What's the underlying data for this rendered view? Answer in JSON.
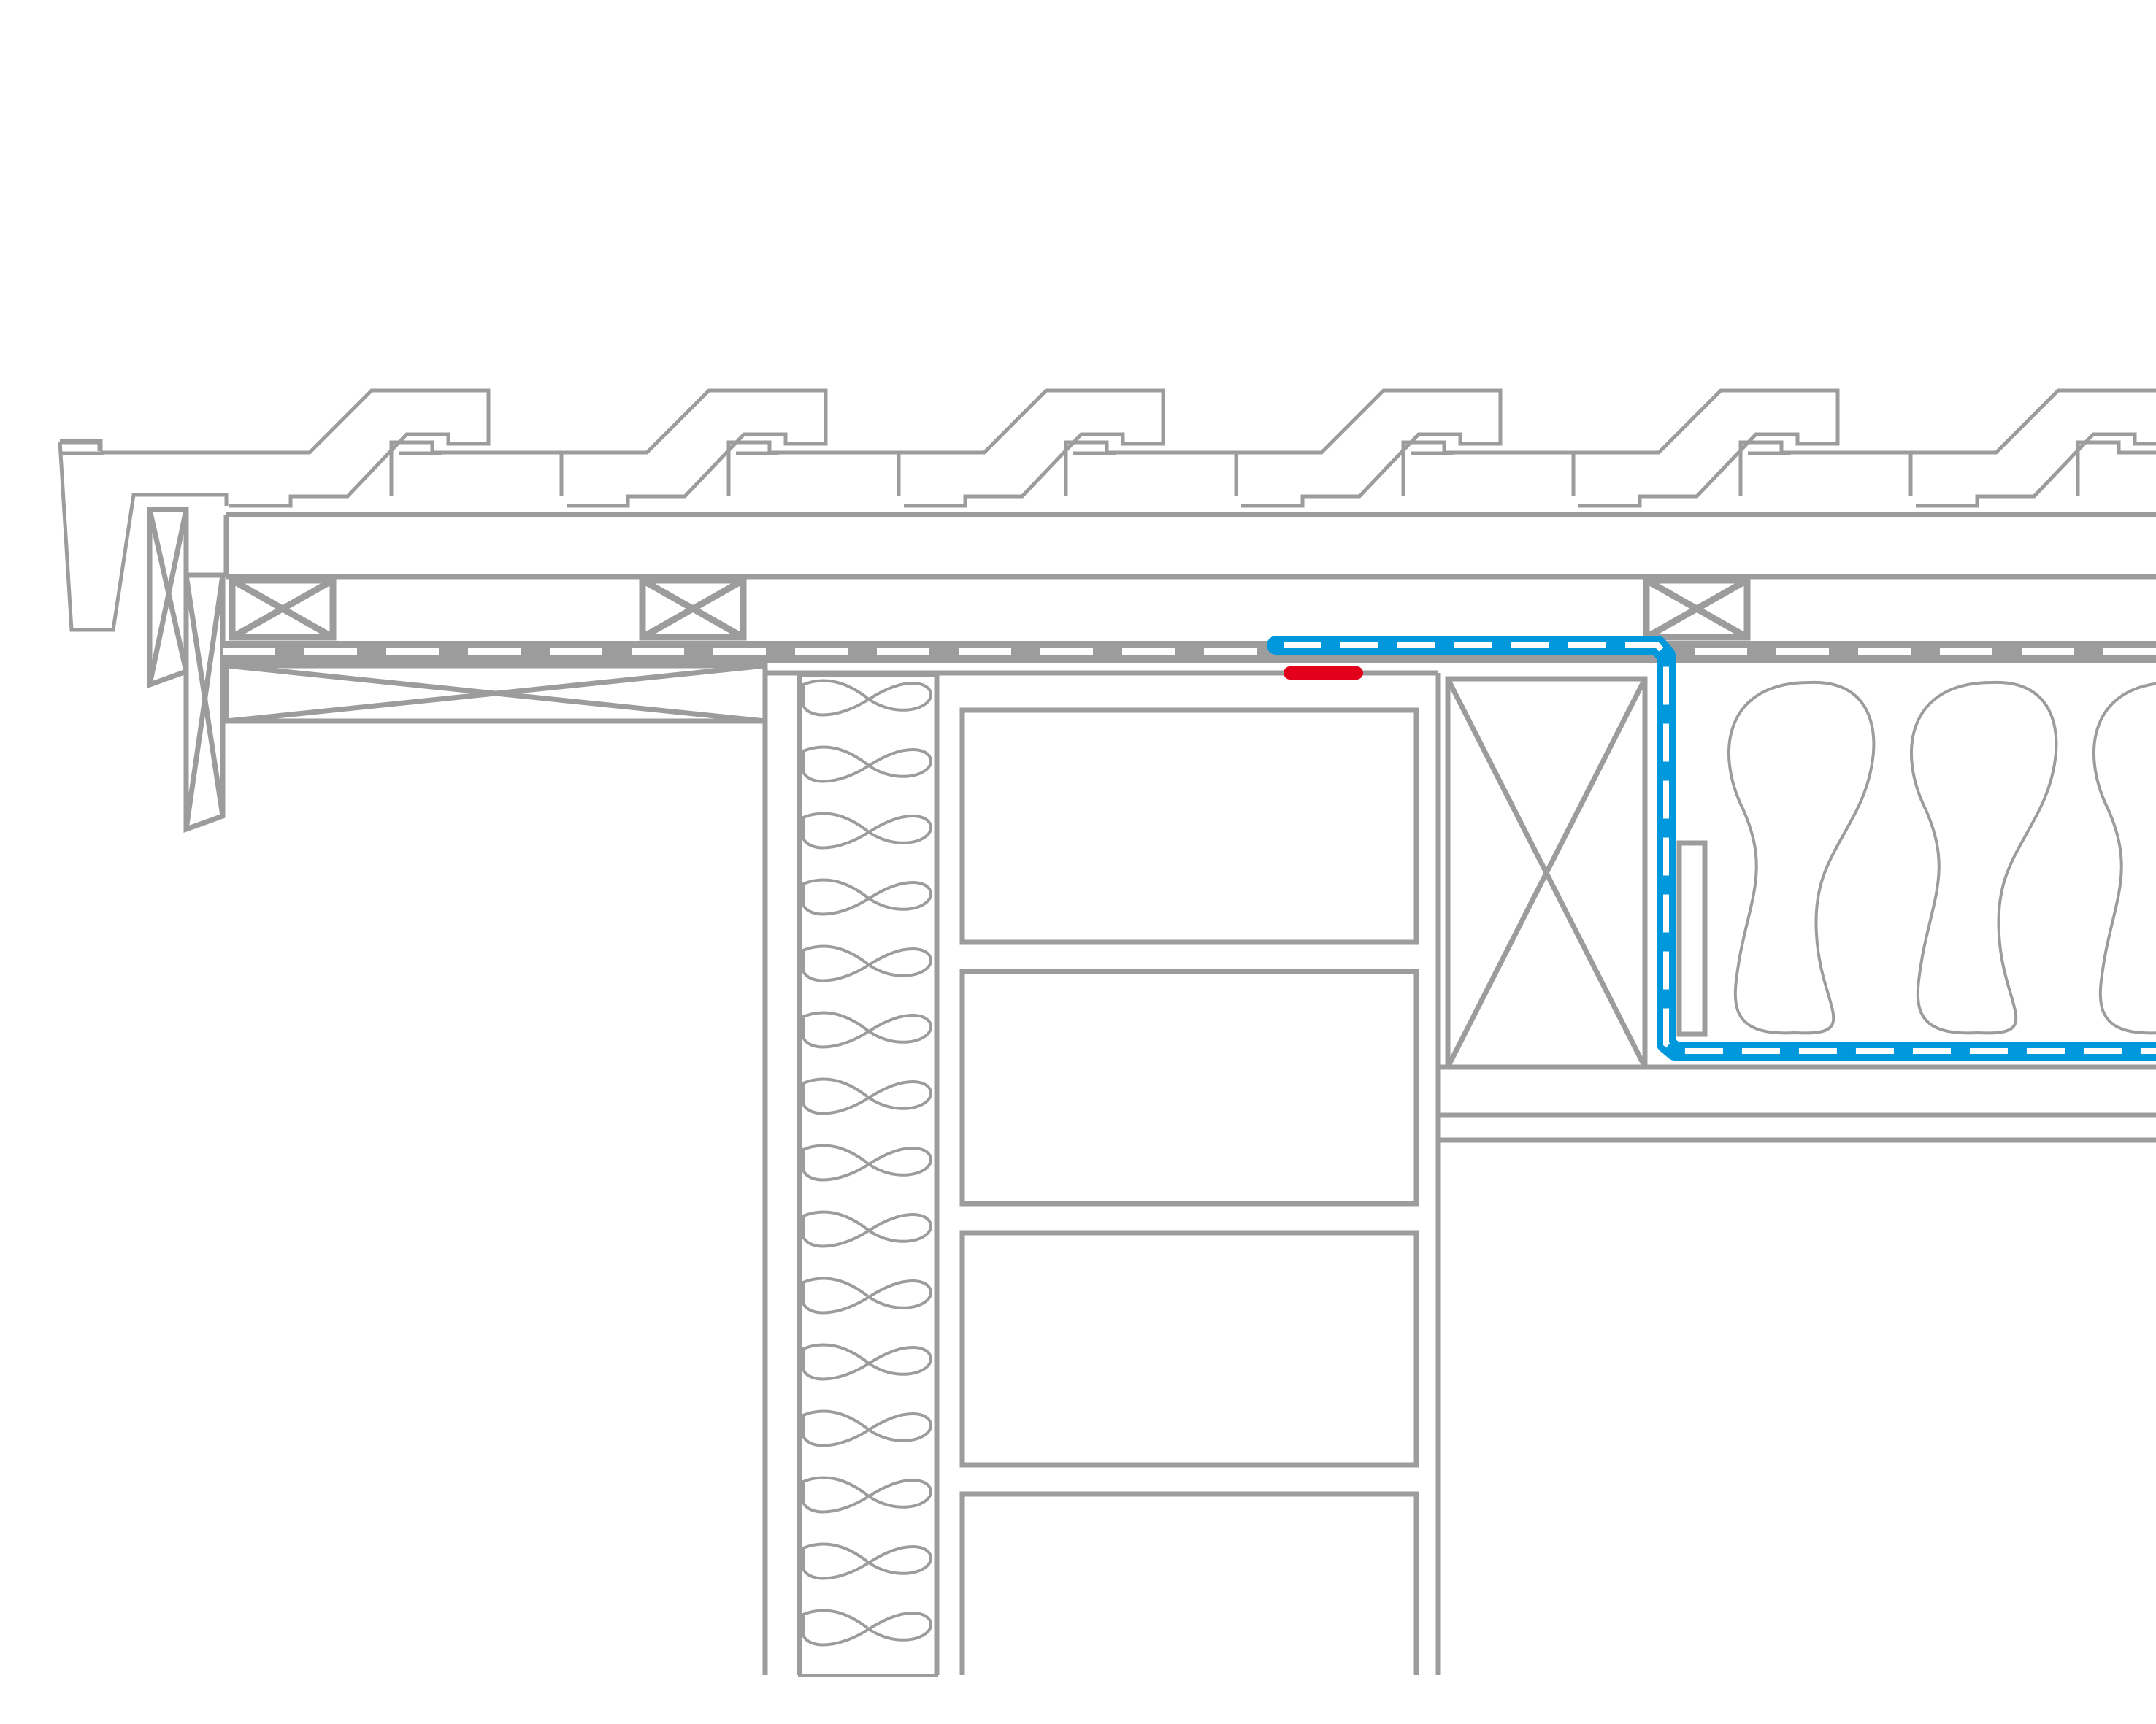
{
  "diagram": {
    "type": "construction-section-detail",
    "colors": {
      "background": "#ffffff",
      "line": "#9c9c9c",
      "membrane": "#0098dc",
      "membrane_dash": "#ffffff",
      "seal": "#e2001a"
    },
    "counts": {
      "roof_tiles": 6,
      "counter_battens": 3,
      "masonry_blocks": 4,
      "wall_insulation_lobes": 15,
      "ceiling_insulation_lobes": 3
    },
    "elements": [
      "roof-tiles",
      "roof-boarding",
      "counter-battens",
      "underlay-membrane",
      "eaves-fascia",
      "eaves-beam",
      "wall-insulation",
      "masonry-wall",
      "wall-plate",
      "ceiling-insulation",
      "airtight-membrane",
      "sealing-strip",
      "ceiling-lining"
    ]
  }
}
